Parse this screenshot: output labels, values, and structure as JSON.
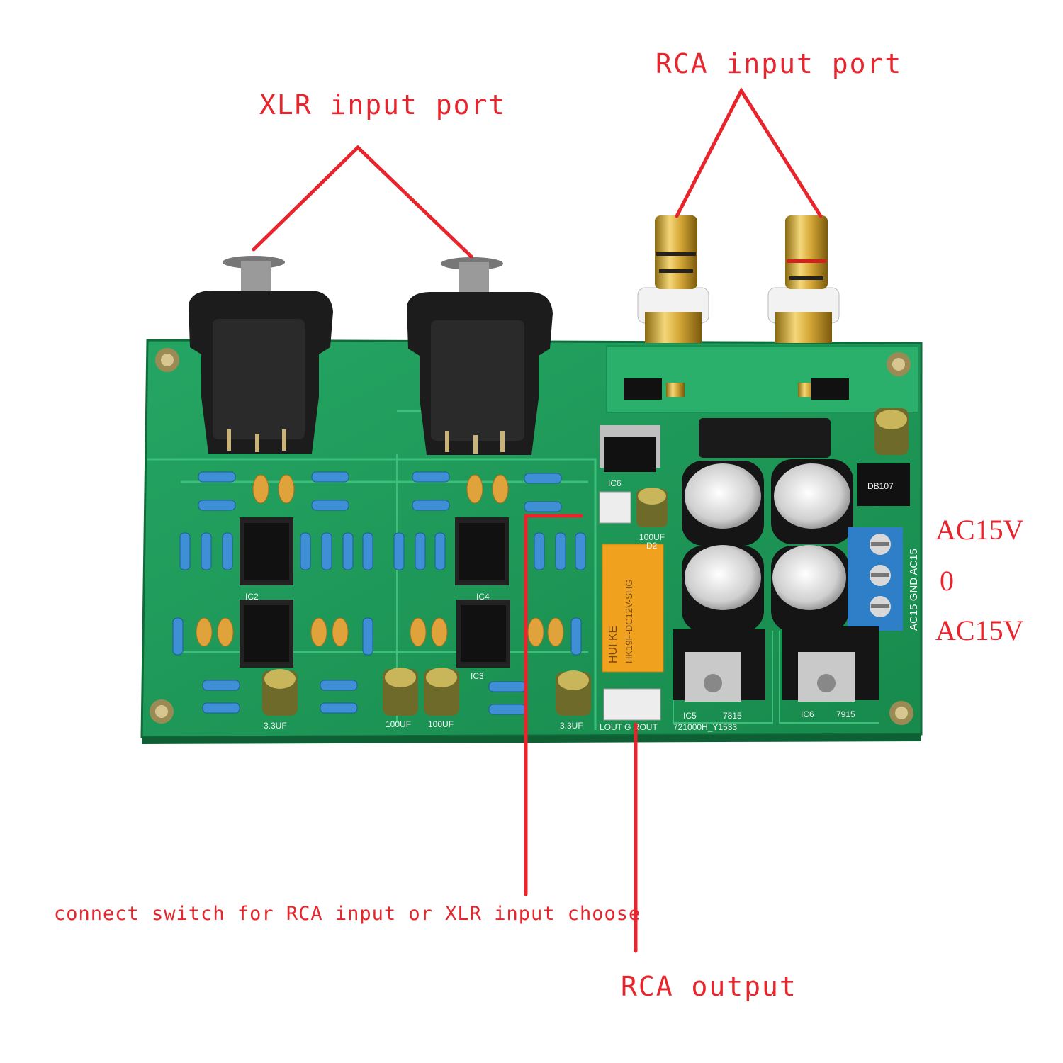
{
  "annotations": {
    "xlr_input": "XLR input port",
    "rca_input": "RCA input port",
    "switch_note": "connect switch for RCA input or XLR input choose",
    "rca_output": "RCA output",
    "power_top": "AC15V",
    "power_mid": "0",
    "power_bottom": "AC15V"
  },
  "silkscreen": {
    "pcb_code": "721000H_Y1533",
    "cap_left": "3.3UF",
    "cap_right": "3.3UF",
    "cap_mid1": "100UF",
    "cap_mid2": "100UF",
    "cap_ic6": "100UF",
    "ic2": "IC2",
    "ic4": "IC4",
    "ic3": "IC3",
    "ic5": "IC5",
    "ic6": "IC6",
    "ic6_top": "IC6",
    "reg_pos": "7815",
    "reg_neg": "7915",
    "terminal_label": "AC15 GND AC15",
    "connector_out": "LOUT G ROUT",
    "relay_brand": "HUI KE",
    "relay_model": "HK19F-DC12V-SHG",
    "bridge": "DB107",
    "d2": "D2"
  },
  "colors": {
    "annotation": "#e8242c",
    "pcb": "#1f9a5a",
    "relay": "#f0a21e",
    "terminal": "#2f7fc8"
  }
}
